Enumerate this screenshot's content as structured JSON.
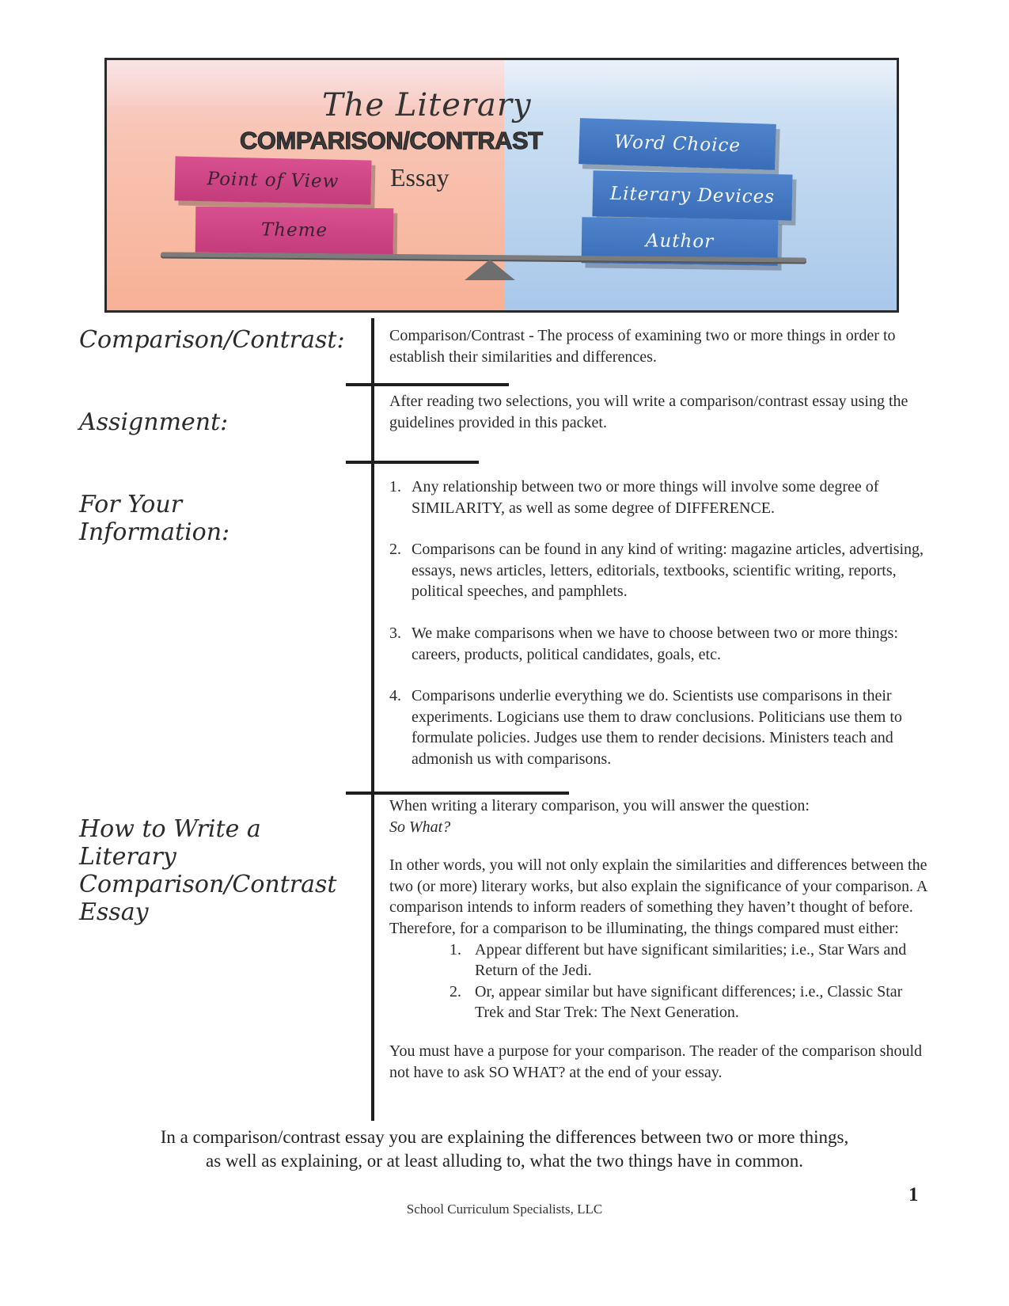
{
  "banner": {
    "title_line1": "The Literary",
    "title_line2": "COMPARISON/CONTRAST",
    "title_line3": "Essay",
    "left_blocks": [
      "Point of View",
      "Theme"
    ],
    "right_blocks": [
      "Word Choice",
      "Literary Devices",
      "Author"
    ]
  },
  "sections": {
    "definition": {
      "label": "Comparison/Contrast:",
      "text": "Comparison/Contrast - The process of examining two or more things in order to establish their similarities and differences."
    },
    "assignment": {
      "label": "Assignment:",
      "text": "After reading two selections, you will write a comparison/contrast essay using the guidelines provided in this packet."
    },
    "info": {
      "label_line1": "For Your",
      "label_line2": "Information:",
      "items": [
        {
          "num": "1.",
          "text": "Any relationship between two or more things will involve some degree of SIMILARITY, as well as some degree of DIFFERENCE."
        },
        {
          "num": "2.",
          "text": "Comparisons can be found in any kind of writing: magazine articles, advertising, essays, news articles, letters, editorials, textbooks, scientific writing, reports, political speeches, and pamphlets."
        },
        {
          "num": "3.",
          "text": "We make comparisons when we have to choose between two or more things: careers, products, political candidates, goals, etc."
        },
        {
          "num": "4.",
          "text": "Comparisons underlie everything we do. Scientists use comparisons in their experiments. Logicians use them to draw conclusions. Politicians use them to formulate policies. Judges use them to render decisions. Ministers teach and admonish us with comparisons."
        }
      ]
    },
    "howto": {
      "label_line1": "How to Write a",
      "label_line2": "Literary",
      "label_line3": "Comparison/Contrast",
      "label_line4": "Essay",
      "intro": "When writing a literary comparison, you will answer the question:",
      "question": "So What?",
      "para": "In other words, you will not only explain the similarities and differences between the two (or more) literary works, but also explain the significance of your comparison.  A comparison intends to inform readers of something they haven’t thought of before. Therefore, for a comparison to be illuminating, the things compared must either:",
      "items": [
        {
          "num": "1.",
          "text": "Appear different but have significant similarities; i.e., Star Wars and Return of the Jedi."
        },
        {
          "num": "2.",
          "text": "Or, appear similar but have significant differences; i.e., Classic Star Trek and Star Trek: The Next Generation."
        }
      ],
      "closing": "You must have a purpose for your comparison. The reader of the comparison should not have to ask SO WHAT? at the end of your essay."
    }
  },
  "bottom_note": {
    "line1": "In a comparison/contrast essay you are explaining the differences between two or more things,",
    "line2": "as well as explaining, or at least alluding to, what the two things have in common."
  },
  "footer": "School Curriculum Specialists, LLC",
  "page_number": "1",
  "colors": {
    "pink_block": "#c43c7b",
    "blue_block": "#3a6db7",
    "pink_panel": "#f7b196",
    "blue_panel": "#a9c8ea"
  }
}
